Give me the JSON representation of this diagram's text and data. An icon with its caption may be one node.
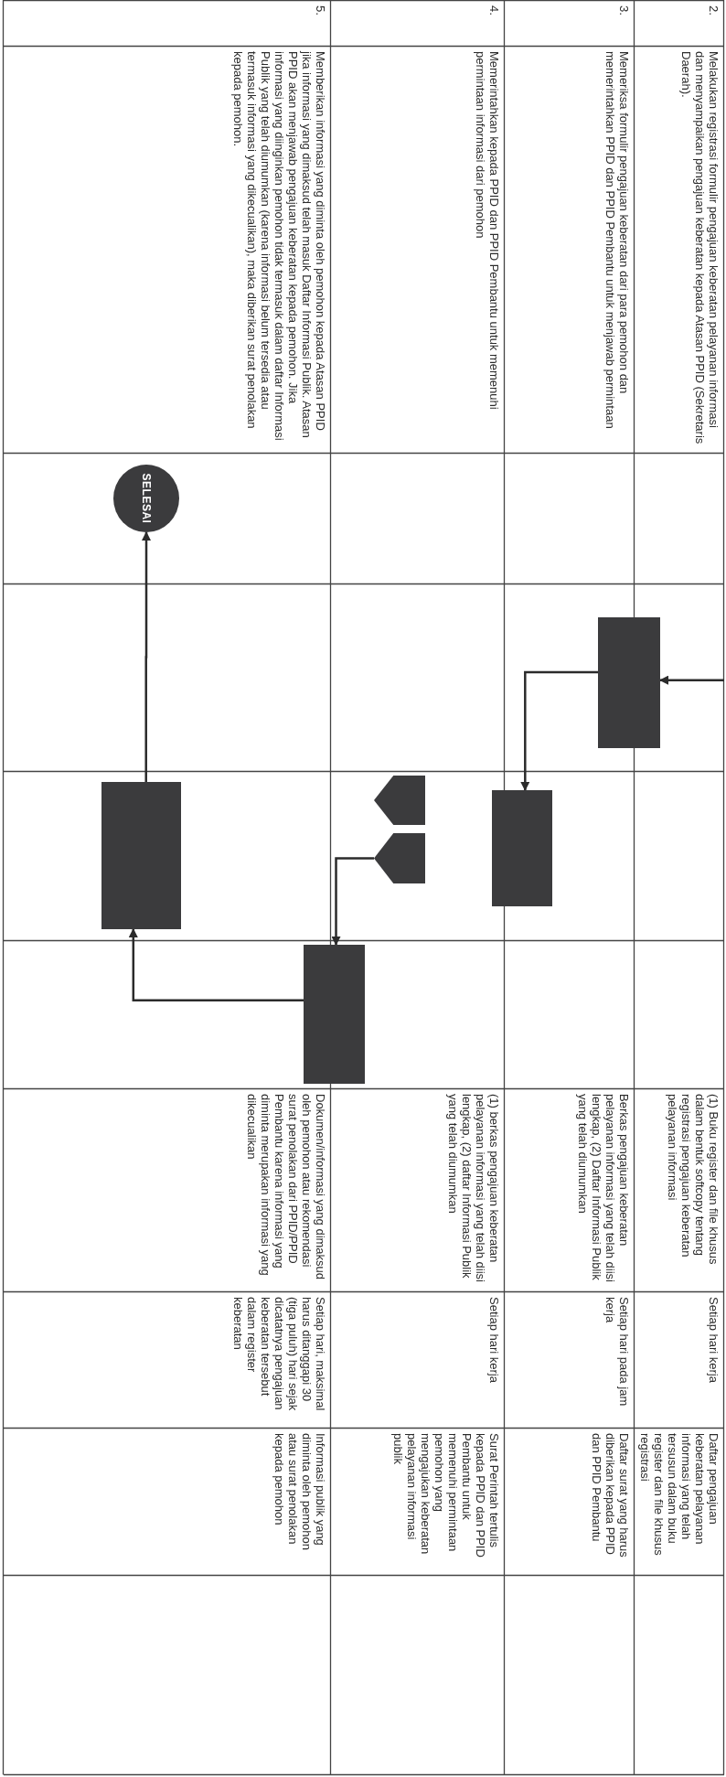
{
  "diagram": {
    "nodes": [
      {
        "text": [],
        "shape": "box"
      },
      {
        "text": [],
        "shape": "box"
      },
      {
        "text": [],
        "shape": "pentagon"
      },
      {
        "text": [],
        "shape": "pentagon"
      },
      {
        "text": [],
        "shape": "box"
      },
      {
        "text": [
          "SELESAI"
        ]
      },
      {
        "text": [],
        "shape": "box"
      }
    ],
    "edges": [
      {
        "from": null,
        "to": 0,
        "arrow": "to"
      },
      {
        "from": 0,
        "to": 1,
        "arrow": "to"
      },
      {
        "from": 3,
        "to": 4,
        "arrow": "to"
      },
      {
        "from": 4,
        "to": 6,
        "arrow": "to"
      },
      {
        "from": 6,
        "to": 5,
        "arrow": "to"
      }
    ],
    "labels": [
      "2.",
      "Melakukan registrasi formulir pengajuan keberatan pelayanan informasi dan menyampaikan pengajuan keberatan kepada Atasan PPID (Sekretaris Daerah).",
      "(1) Buku register dan file khusus dalam bentuk softcopy tentang registrasi pengajuan keberatan pelayanan informasi",
      "Setiap hari kerja",
      "Daftar pengajuan keberatan pelayanan informasi yang telah tersusun dalam buku register dan file khusus registrasi",
      "3.",
      "Memeriksa formulir pengajuan keberatan dari para pemohon dan memerintahkan PPID dan PPID Pembantu untuk menjawab permintaan",
      "Berkas pengajuan keberatan pelayanan informasi yang telah diisi lengkap, (2) Daftar Informasi Publik yang telah diumumkan",
      "Setiap hari pada jam kerja",
      "Daftar surat yang harus diberikan kepada PPID dan PPID Pembantu",
      "4.",
      "Memerintahkan kepada PPID dan PPID Pembantu untuk memenuhi permintaan informasi dari pemohon",
      "(1) berkas pengajuan keberatan pelayanan informasi yang telah diisi lengkap, (2) daftar Informasi Publik yang telah diumumkan",
      "Setiap hari kerja",
      "Surat Perintah tertulis kepada PPID dan PPID Pembantu untuk memenuhi permintaan pemohon yang mengajukan keberatan pelayanan informasi publik",
      "5.",
      "Memberikan informasi yang diminta oleh pemohon kepada Atasan PPID jika informasi yang dimaksud telah masuk Daftar Informasi Publik. Atasan PPID akan menjawab pengajuan keberatan kepada pemohon. Jika informasi yang diinginkan pemohon tidak termasuk dalam daftar Informasi Publik yang telah diumumkan (karena informasi belum tersedia atau termasuk informasi yang dikecualikan), maka diberikan surat penolakan kepada pemohon.",
      "Dokumen/informasi yang dimaksud oleh pemohon atau rekomendasi surat penolakan dari PPID/PPID Pembantu karena informasi yang diminta merupakan informasi yang dikecualikan",
      "Setiap hari, maksimal harus ditanggapi 30 (tiga puluh) hari sejak dicatatnya pengajuan keberatan tersebut dalam register keberatan",
      "Informasi publik yang diminta oleh pemohon atau surat penolakan kepada pemohon"
    ]
  }
}
